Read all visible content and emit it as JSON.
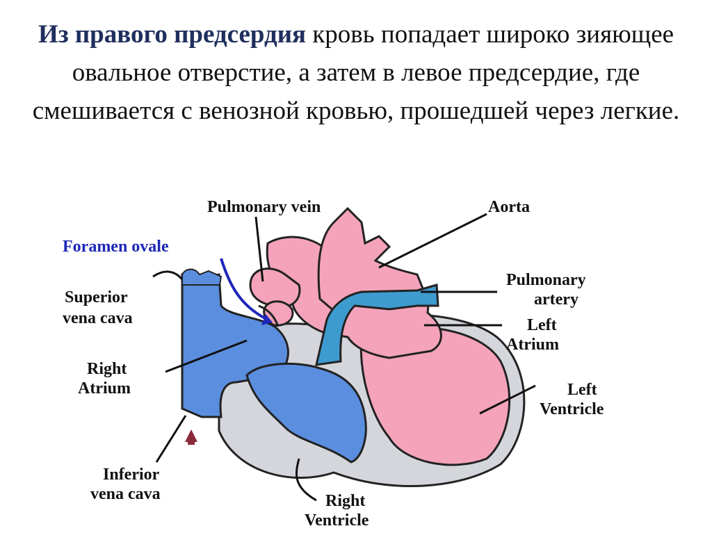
{
  "heading": {
    "bold": "Из правого предсердия",
    "text": " кровь попадает широко зияющее овальное отверстие, а затем в левое предсердие, где смешивается с венозной кровью, прошедшей через легкие."
  },
  "diagram": {
    "labels": {
      "pulmonary_vein": "Pulmonary vein",
      "aorta": "Aorta",
      "foramen_ovale": "Foramen ovale",
      "superior_vena_cava_1": "Superior",
      "superior_vena_cava_2": "vena cava",
      "pulmonary_artery_1": "Pulmonary",
      "pulmonary_artery_2": "artery",
      "left_atrium_1": "Left",
      "left_atrium_2": "Atrium",
      "right_atrium_1": "Right",
      "right_atrium_2": "Atrium",
      "left_ventricle_1": "Left",
      "left_ventricle_2": "Ventricle",
      "inferior_vena_cava_1": "Inferior",
      "inferior_vena_cava_2": "vena cava",
      "right_ventricle_1": "Right",
      "right_ventricle_2": "Ventricle"
    },
    "colors": {
      "oxygenated": "#f4a3bb",
      "deoxygenated": "#5b8ede",
      "heart_wall": "#d4d6dc",
      "mixed": "#3e9bd0",
      "foramen_label": "#1d27b8",
      "arrow": "#8a2a3a"
    }
  }
}
